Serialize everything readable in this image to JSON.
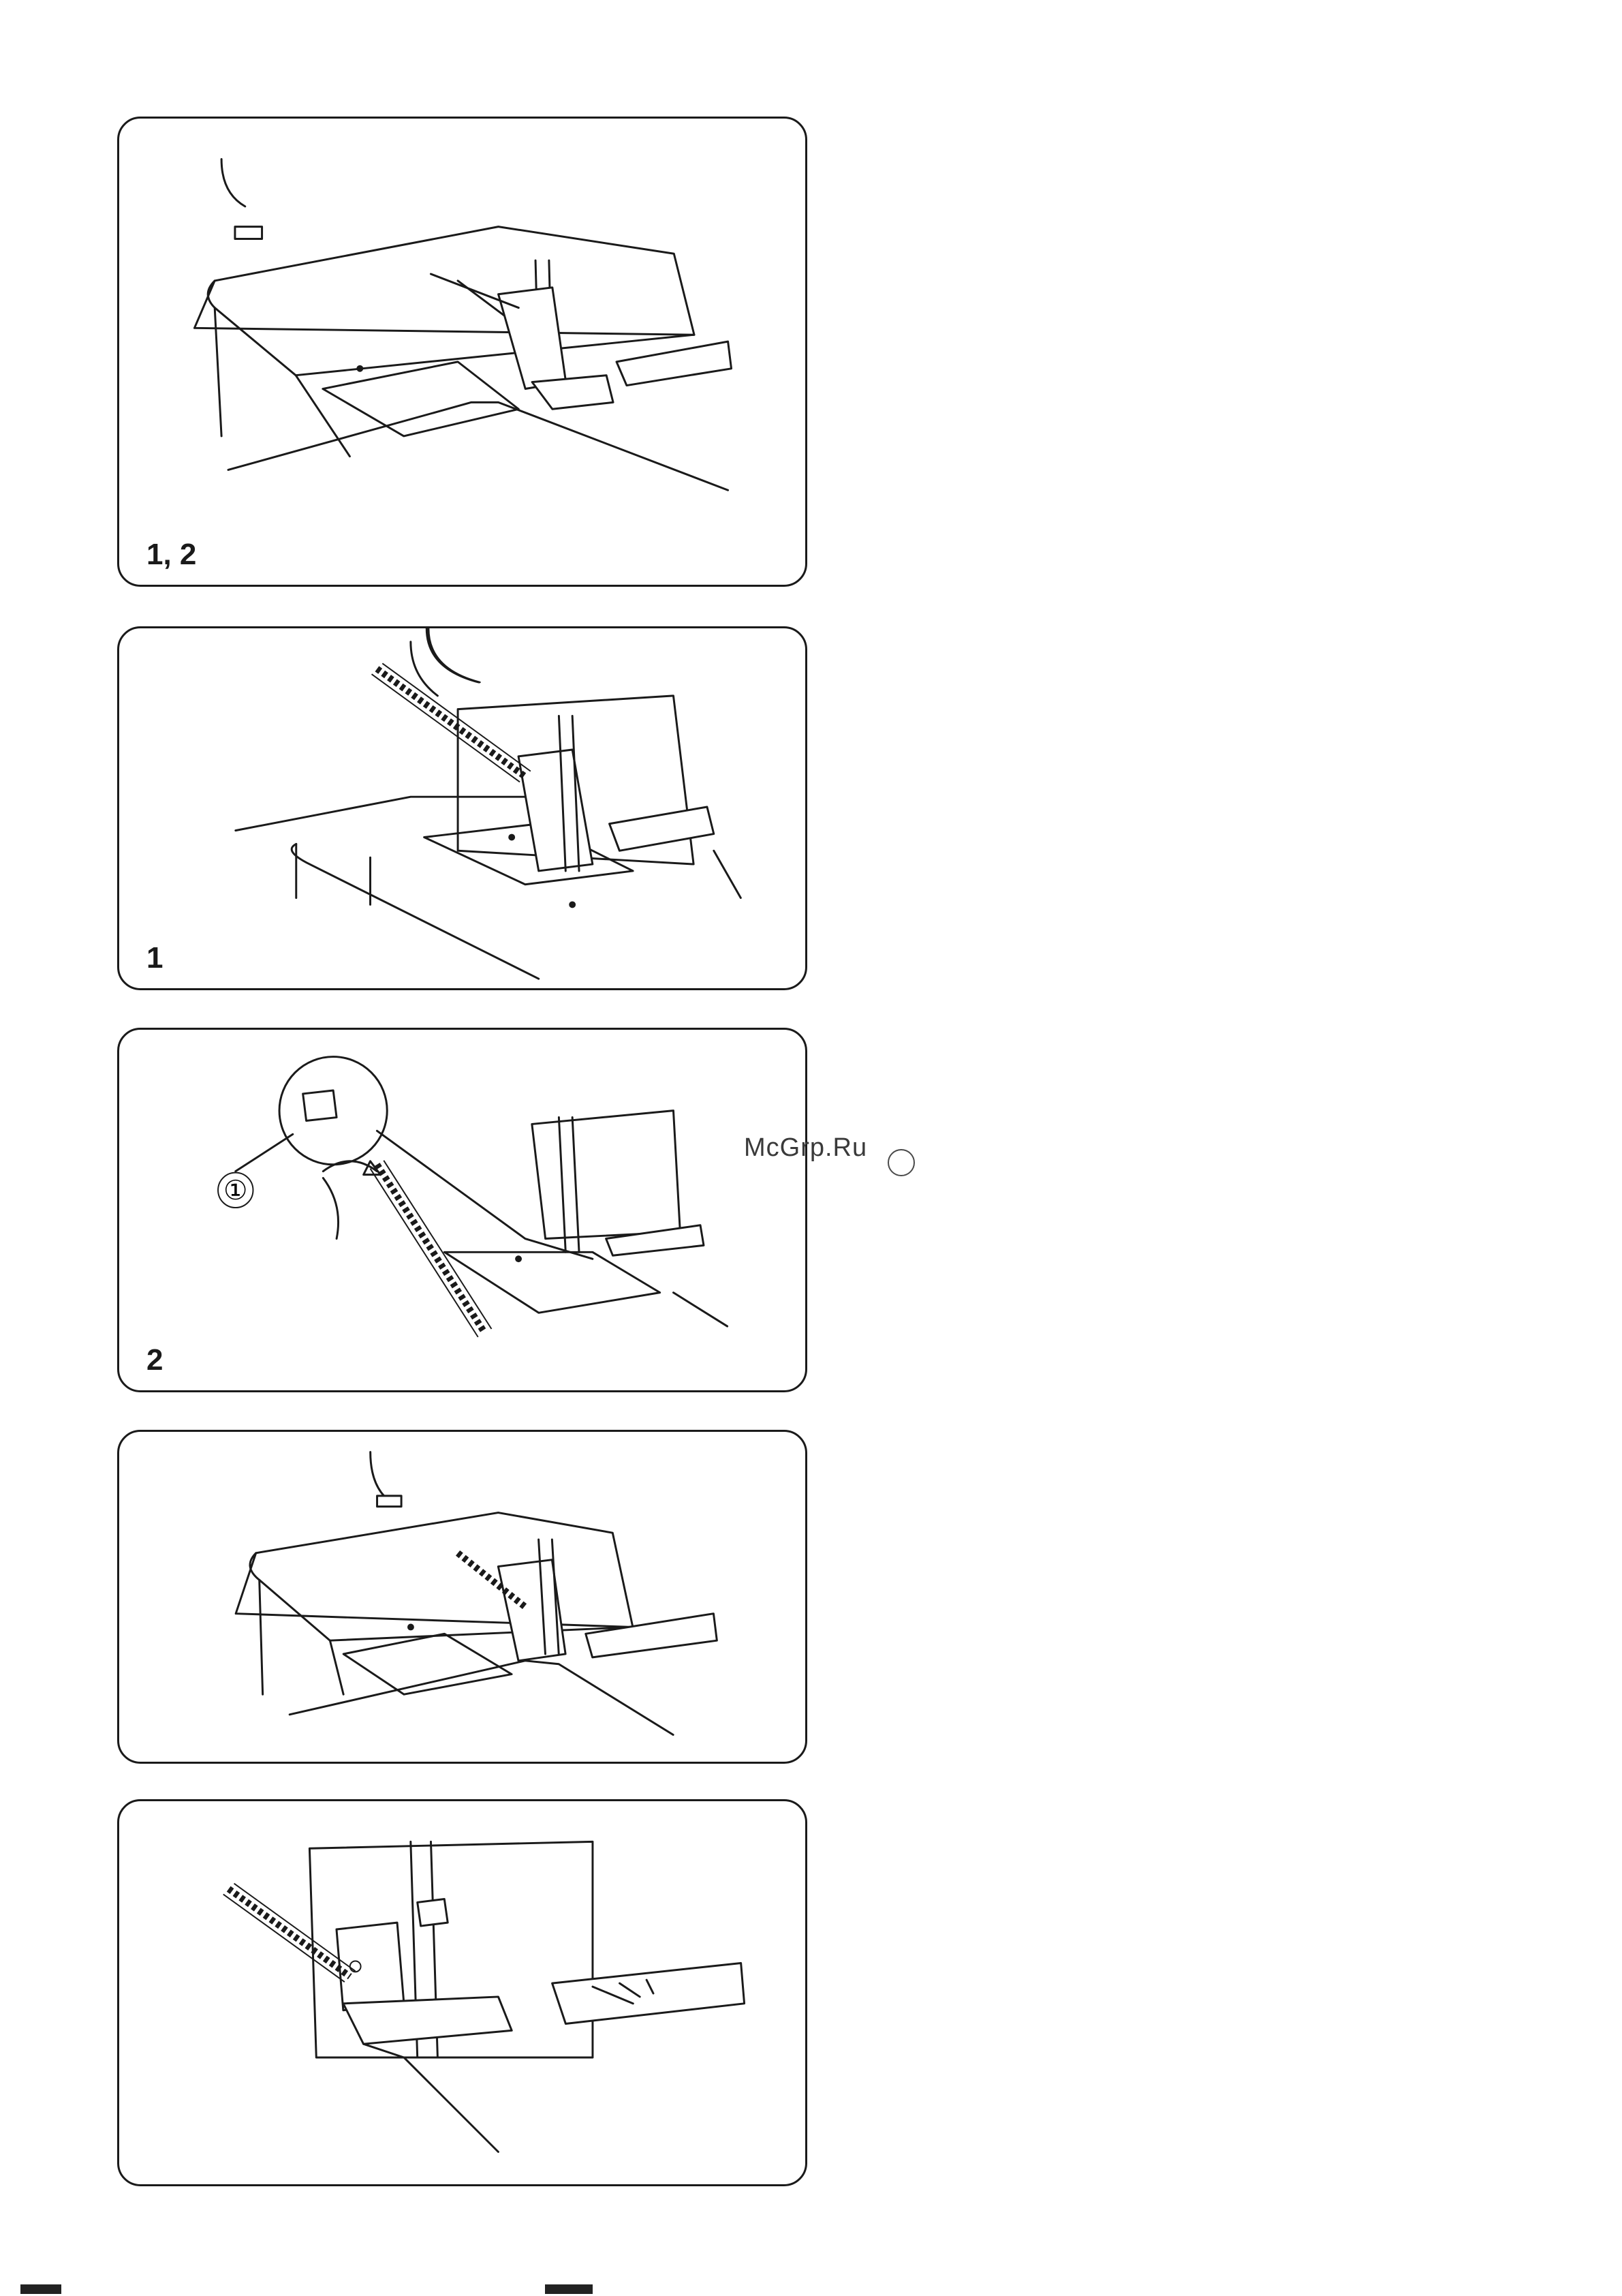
{
  "panels": [
    {
      "id": "panel-1",
      "label": "1, 2"
    },
    {
      "id": "panel-2",
      "label": "1"
    },
    {
      "id": "panel-3",
      "label": "2",
      "callout": "①"
    },
    {
      "id": "panel-4",
      "label": ""
    },
    {
      "id": "panel-5",
      "label": ""
    }
  ],
  "watermark": {
    "text": "McGrp.Ru"
  },
  "icons": [
    "sewing-machine-illustration",
    "hand-illustration",
    "arrow-icon",
    "circle-mark-icon"
  ]
}
